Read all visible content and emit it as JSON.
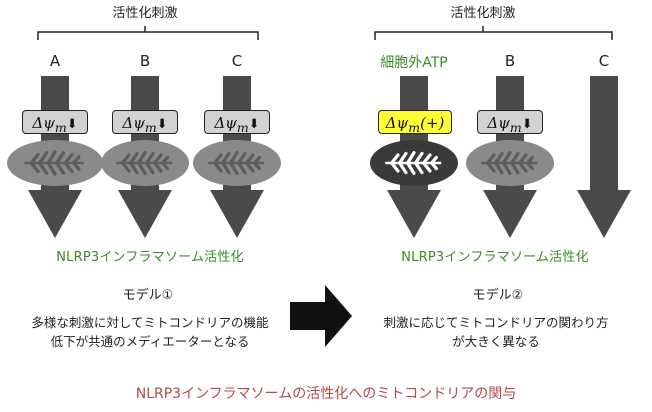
{
  "left": {
    "stimulus_title": "活性化刺激",
    "columns": [
      {
        "label": "A",
        "psi_main": "Δψ",
        "psi_sub": "m",
        "psi_suffix": "⬇"
      },
      {
        "label": "B",
        "psi_main": "Δψ",
        "psi_sub": "m",
        "psi_suffix": "⬇"
      },
      {
        "label": "C",
        "psi_main": "Δψ",
        "psi_sub": "m",
        "psi_suffix": "⬇"
      }
    ],
    "inflammasome": "NLRP3インフラマソーム活性化",
    "model_title": "モデル①",
    "description_line1": "多様な刺激に対してミトコンドリアの機能",
    "description_line2": "低下が共通のメディエーターとなる"
  },
  "right": {
    "stimulus_title": "活性化刺激",
    "columns": [
      {
        "label": "細胞外ATP",
        "psi_main": "Δψ",
        "psi_sub": "m",
        "psi_suffix": "(+)",
        "color": "#3a8a2a"
      },
      {
        "label": "B",
        "psi_main": "Δψ",
        "psi_sub": "m",
        "psi_suffix": "⬇"
      },
      {
        "label": "C"
      }
    ],
    "inflammasome": "NLRP3インフラマソーム活性化",
    "model_title": "モデル②",
    "description_line1": "刺激に応じてミトコンドリアの関わり方",
    "description_line2": "が大きく異なる"
  },
  "caption": "NLRP3インフラマソームの活性化へのミトコンドリアの関与",
  "colors": {
    "arrow": "#4a4a4a",
    "mito_grey": "#8a8a8a",
    "mito_dark": "#3a3a3a",
    "highlight_yellow": "#ffff33",
    "green_text": "#3a8a2a",
    "caption_red": "#b24a4a"
  }
}
